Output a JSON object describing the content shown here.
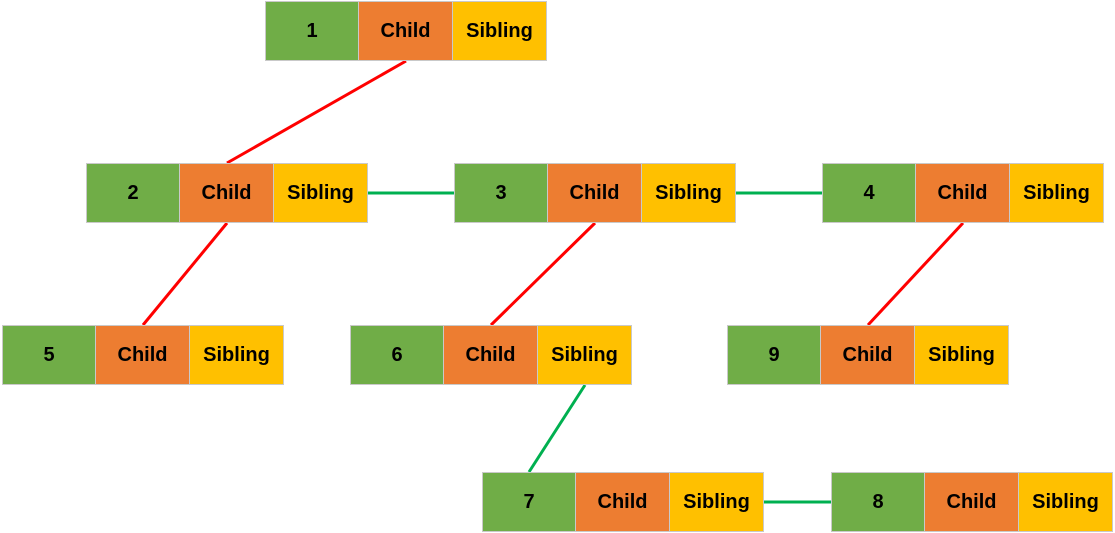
{
  "colors": {
    "number_cell": "#70ad47",
    "child_cell": "#ed7d31",
    "sibling_cell": "#ffc000",
    "child_link": "#ff0000",
    "sibling_link": "#00b050"
  },
  "nodes": [
    {
      "id": "1",
      "number": "1",
      "child": "Child",
      "sibling": "Sibling"
    },
    {
      "id": "2",
      "number": "2",
      "child": "Child",
      "sibling": "Sibling"
    },
    {
      "id": "3",
      "number": "3",
      "child": "Child",
      "sibling": "Sibling"
    },
    {
      "id": "4",
      "number": "4",
      "child": "Child",
      "sibling": "Sibling"
    },
    {
      "id": "5",
      "number": "5",
      "child": "Child",
      "sibling": "Sibling"
    },
    {
      "id": "6",
      "number": "6",
      "child": "Child",
      "sibling": "Sibling"
    },
    {
      "id": "9",
      "number": "9",
      "child": "Child",
      "sibling": "Sibling"
    },
    {
      "id": "7",
      "number": "7",
      "child": "Child",
      "sibling": "Sibling"
    },
    {
      "id": "8",
      "number": "8",
      "child": "Child",
      "sibling": "Sibling"
    }
  ],
  "edges": [
    {
      "from": "1",
      "to": "2",
      "kind": "child"
    },
    {
      "from": "2",
      "to": "5",
      "kind": "child"
    },
    {
      "from": "3",
      "to": "6",
      "kind": "child"
    },
    {
      "from": "4",
      "to": "9",
      "kind": "child"
    },
    {
      "from": "2",
      "to": "3",
      "kind": "sibling"
    },
    {
      "from": "3",
      "to": "4",
      "kind": "sibling"
    },
    {
      "from": "6",
      "to": "7",
      "kind": "sibling"
    },
    {
      "from": "7",
      "to": "8",
      "kind": "sibling"
    }
  ]
}
